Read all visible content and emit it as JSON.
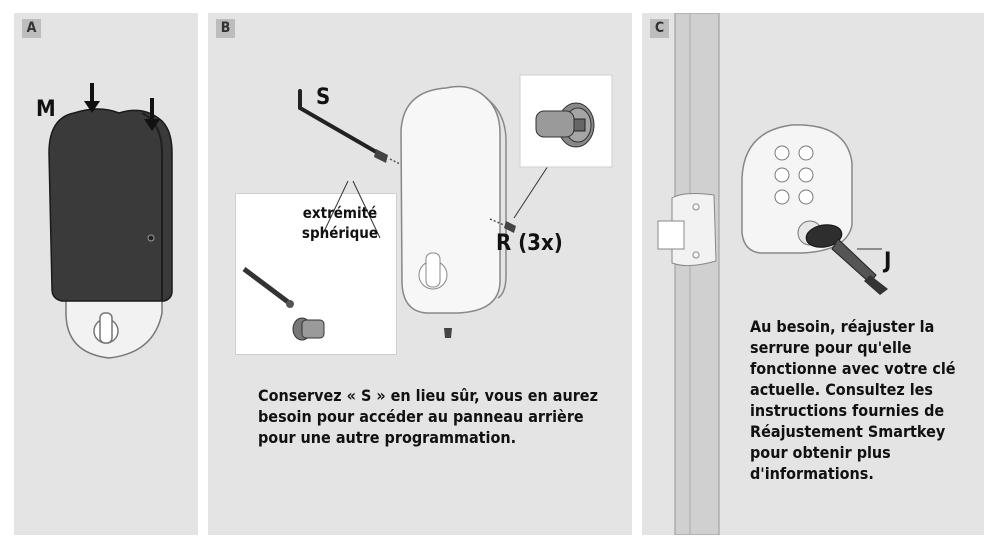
{
  "panels": {
    "a": {
      "label": "A",
      "callout_m": "M"
    },
    "b": {
      "label": "B",
      "callout_s": "S",
      "callout_r": "R (3x)",
      "inset_line1": "extrémité",
      "inset_line2": "sphérique",
      "caption": "Conservez « S » en lieu sûr, vous en aurez besoin pour accéder au panneau arrière pour une autre programmation."
    },
    "c": {
      "label": "C",
      "callout_j": "J",
      "caption": "Au besoin, réajuster la serrure pour qu'elle fonctionne avec votre clé actuelle. Consultez les instructions fournies de Réajustement Smartkey pour obtenir plus d'informations."
    }
  },
  "colors": {
    "panel_bg": "#e4e4e4",
    "label_bg": "#bdbdbd",
    "cover_dark": "#3a3a3a",
    "key_dark": "#2e2e2e"
  }
}
